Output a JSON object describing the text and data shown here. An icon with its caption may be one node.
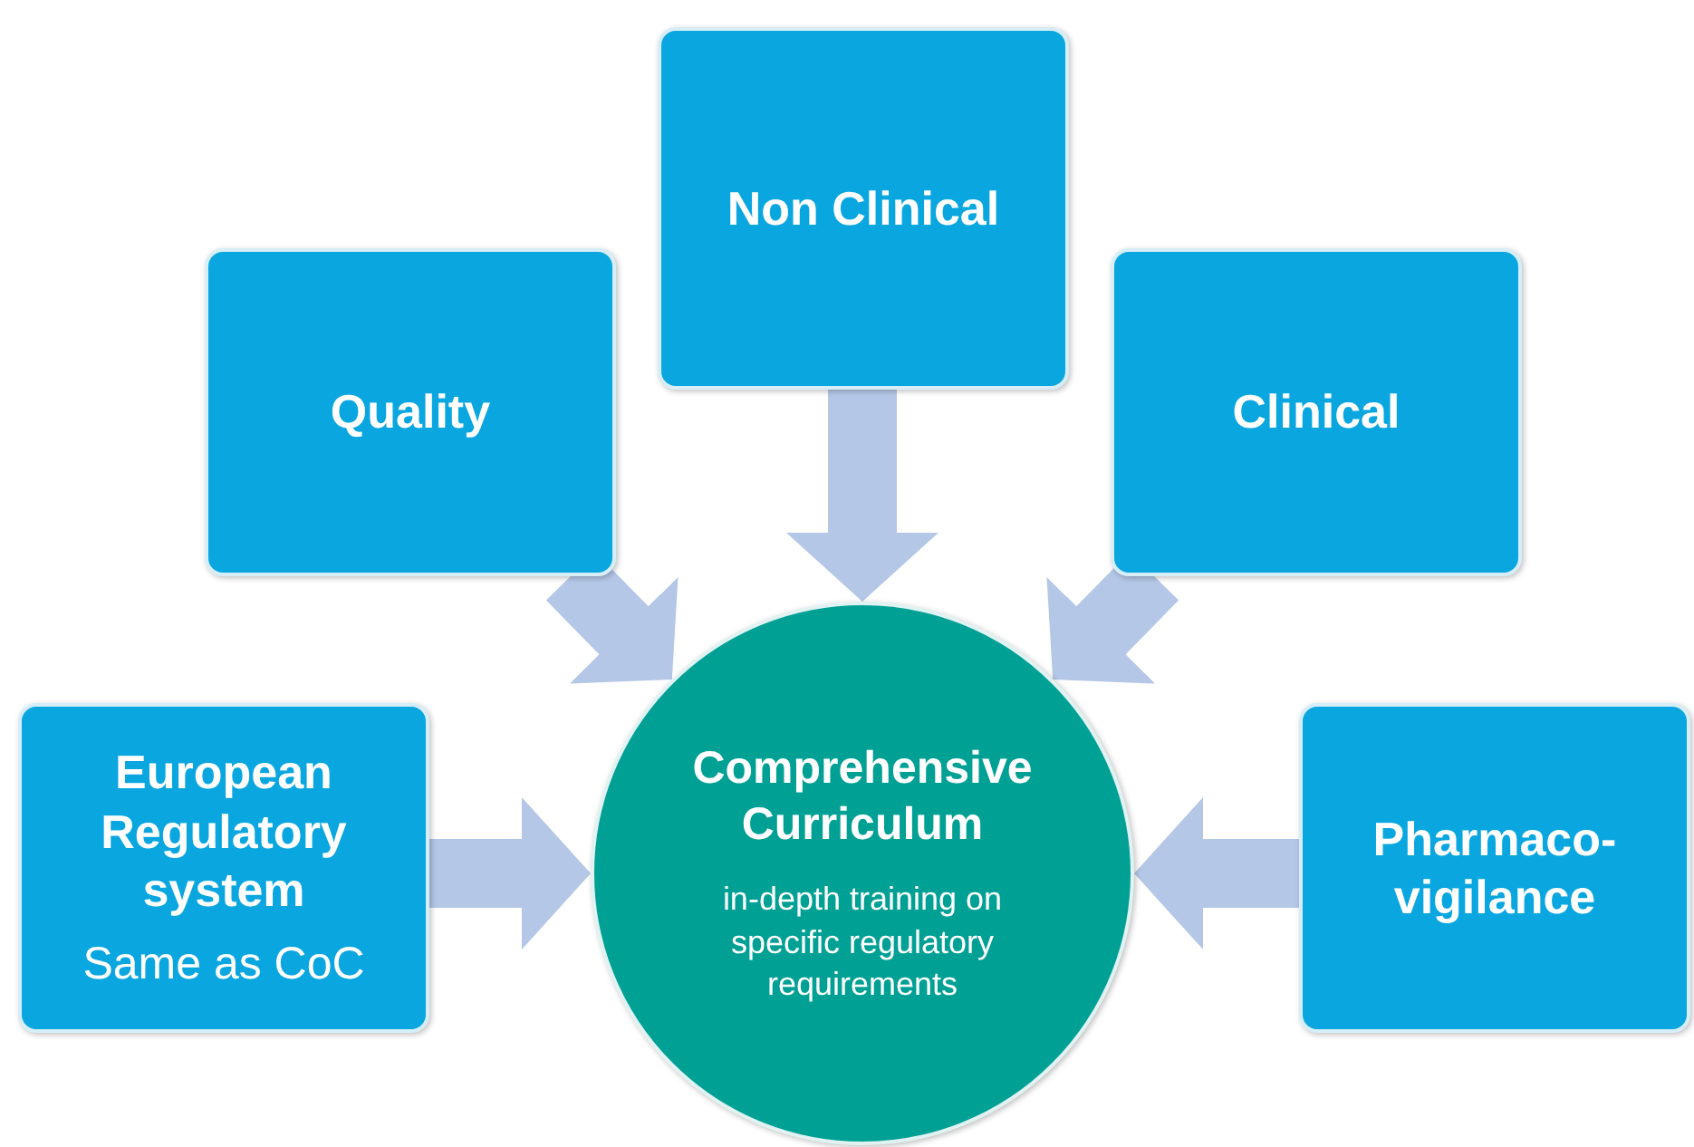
{
  "diagram": {
    "nodes": [
      {
        "text": [
          "Quality"
        ]
      },
      {
        "text": [
          "Non Clinical"
        ]
      },
      {
        "text": [
          "Clinical"
        ]
      },
      {
        "text": [
          "European Regulatory system",
          "Same as CoC"
        ]
      },
      {
        "text": [
          "Comprehensive Curriculum",
          "in-depth training on specific regulatory requirements"
        ]
      },
      {
        "text": [
          "Pharmaco- vigilance"
        ]
      }
    ],
    "edges": [
      {
        "from": 0,
        "to": 4,
        "arrow": "to"
      },
      {
        "from": 1,
        "to": 4,
        "arrow": "to"
      },
      {
        "from": 2,
        "to": 4,
        "arrow": "to"
      },
      {
        "from": 3,
        "to": 4,
        "arrow": "to"
      },
      {
        "from": 5,
        "to": 4,
        "arrow": "to"
      }
    ]
  }
}
